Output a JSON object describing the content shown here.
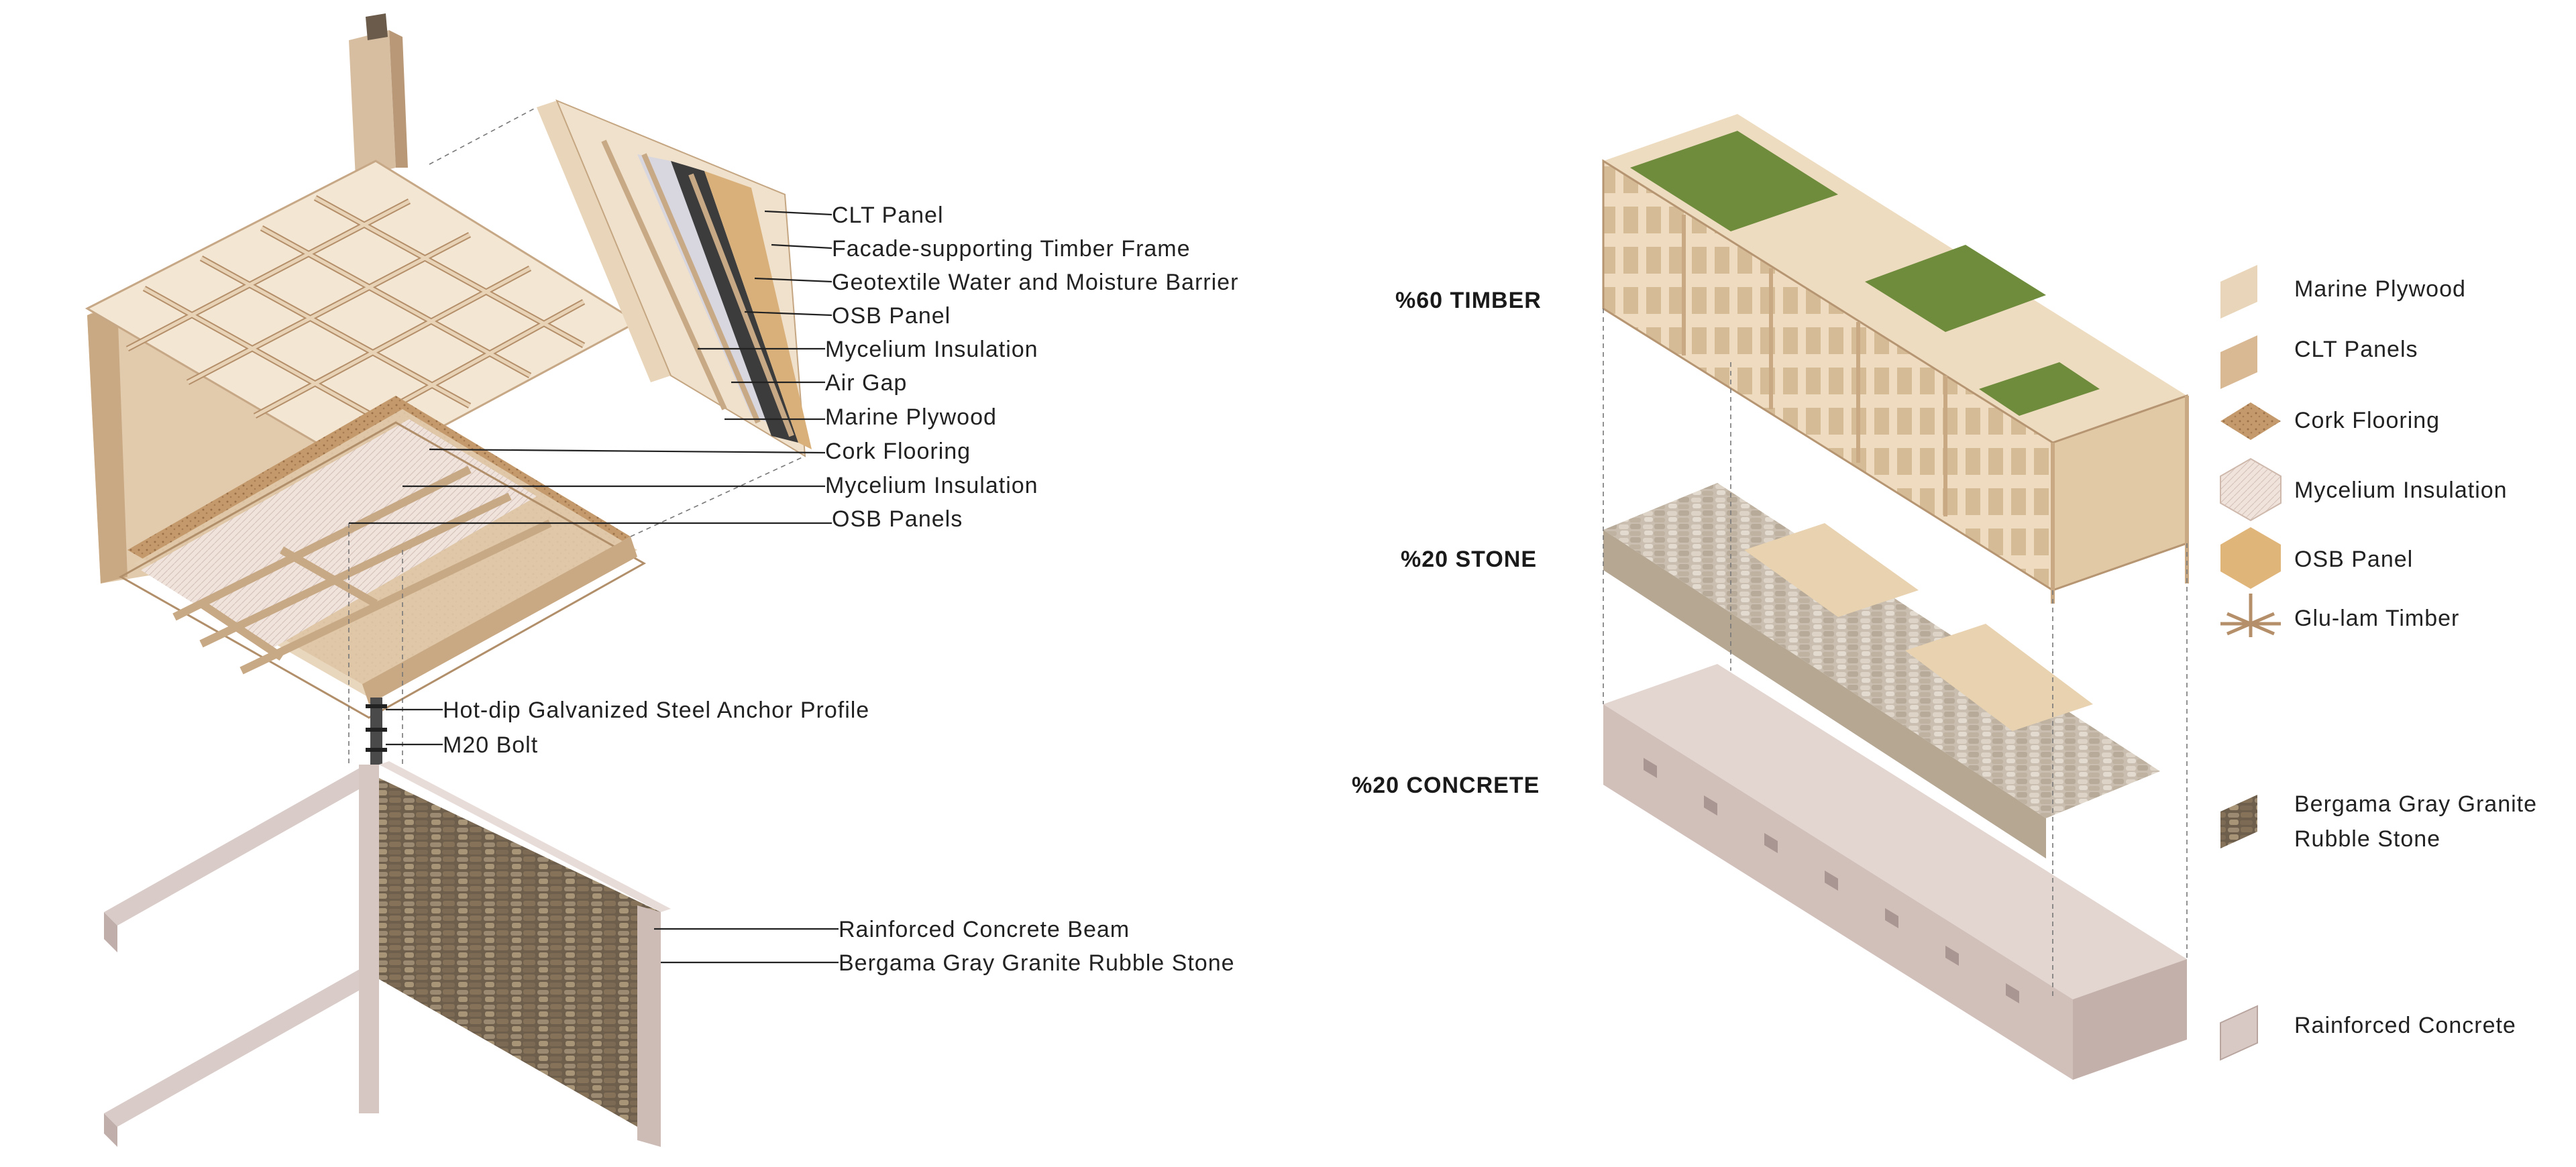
{
  "detail_labels": [
    "CLT Panel",
    "Facade-supporting Timber Frame",
    "Geotextile Water and Moisture Barrier",
    "OSB Panel",
    "Mycelium Insulation",
    "Air Gap",
    "Marine Plywood",
    "Cork Flooring",
    "Mycelium Insulation",
    "OSB Panels",
    "Hot-dip Galvanized Steel Anchor Profile",
    "M20 Bolt",
    "Rainforced Concrete Beam",
    "Bergama Gray Granite Rubble Stone"
  ],
  "percentages": [
    "%60 TIMBER",
    "%20 STONE",
    "%20 CONCRETE"
  ],
  "legend": [
    [
      "Marine Plywood"
    ],
    [
      "CLT Panels"
    ],
    [
      "Cork Flooring"
    ],
    [
      "Mycelium Insulation"
    ],
    [
      "OSB Panel"
    ],
    [
      "Glu-lam Timber"
    ],
    [
      "Bergama Gray Granite",
      "Rubble Stone"
    ],
    [
      "Rainforced Concrete"
    ]
  ],
  "colors": {
    "timber": "#e8d2b0",
    "timber_dark": "#c9a983",
    "clt": "#d9b894",
    "cork": "#b8875c",
    "osb": "#e0b57a",
    "stone": "#8a7a66",
    "concrete": "#d8c9c4",
    "roof_green": "#6f8c3d",
    "barrier": "#3c3c3c"
  }
}
